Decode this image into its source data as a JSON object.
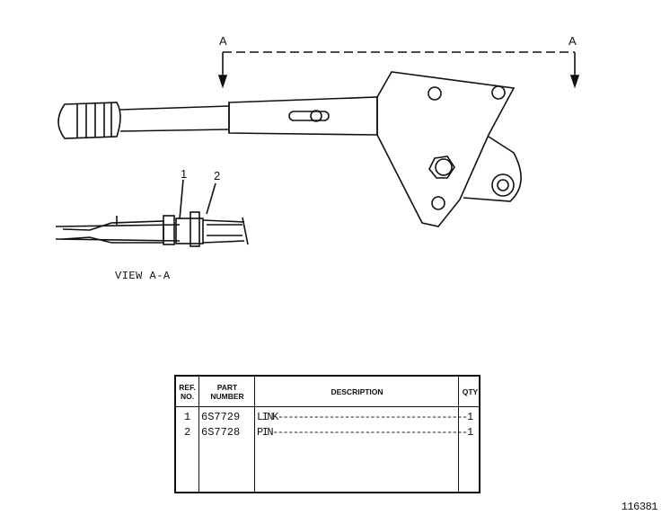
{
  "drawing": {
    "section_marker": "A",
    "view_label": "VIEW A-A",
    "callouts": [
      "1",
      "2"
    ],
    "figure_number": "116381"
  },
  "parts_table": {
    "headers": {
      "ref": "REF. NO.",
      "part": "PART NUMBER",
      "desc": "DESCRIPTION",
      "qty": "QTY"
    },
    "rows": [
      {
        "ref": "1",
        "part": "6S7729",
        "desc": "LINK-------------------------------------",
        "qty": "1"
      },
      {
        "ref": "2",
        "part": "6S7728",
        "desc": "PIN--------------------------------------",
        "qty": "1"
      }
    ]
  }
}
